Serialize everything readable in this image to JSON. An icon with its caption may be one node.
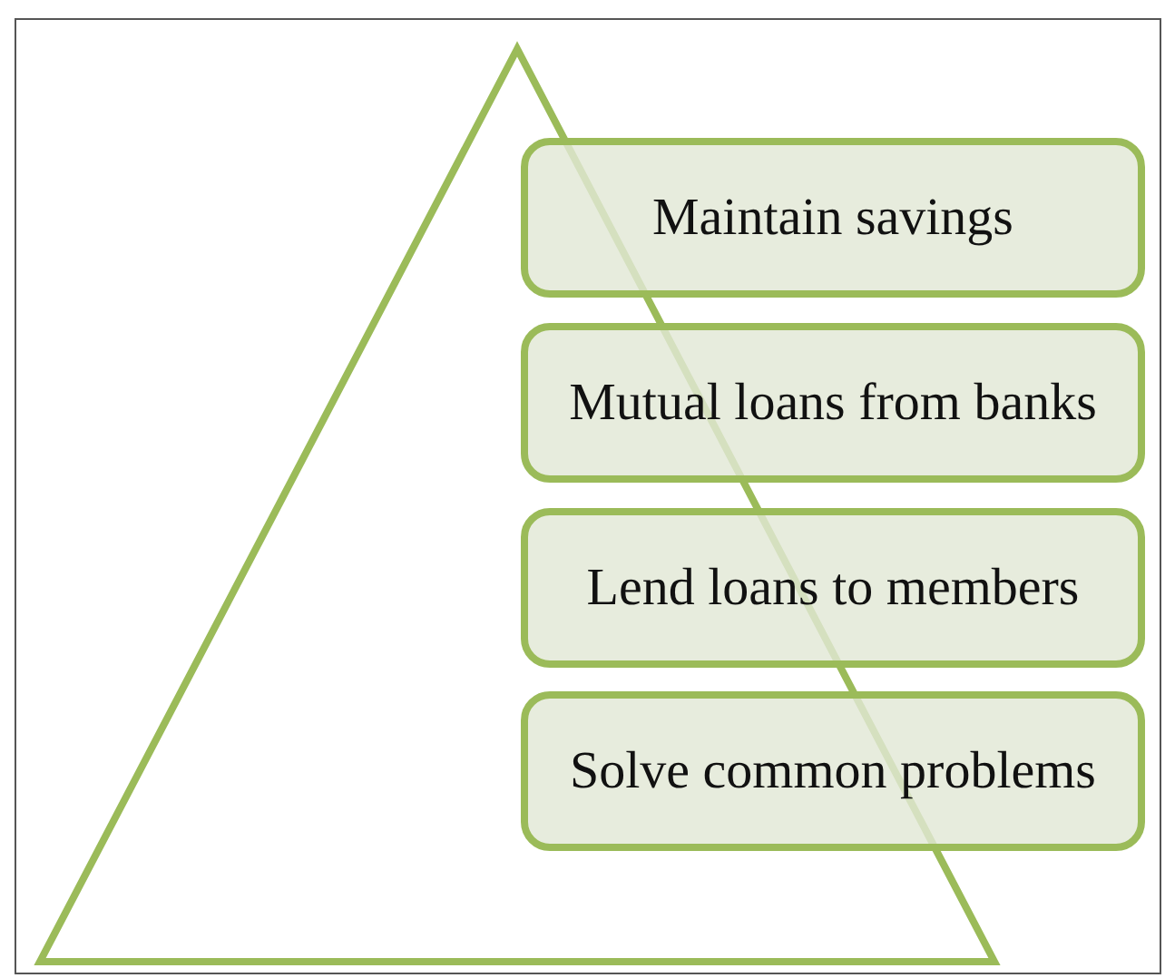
{
  "diagram": {
    "nodes": [
      {
        "text": [
          "Maintain savings"
        ]
      },
      {
        "text": [
          "Mutual loans from banks"
        ]
      },
      {
        "text": [
          "Lend loans to members"
        ]
      },
      {
        "text": [
          "Solve common problems"
        ]
      }
    ]
  }
}
